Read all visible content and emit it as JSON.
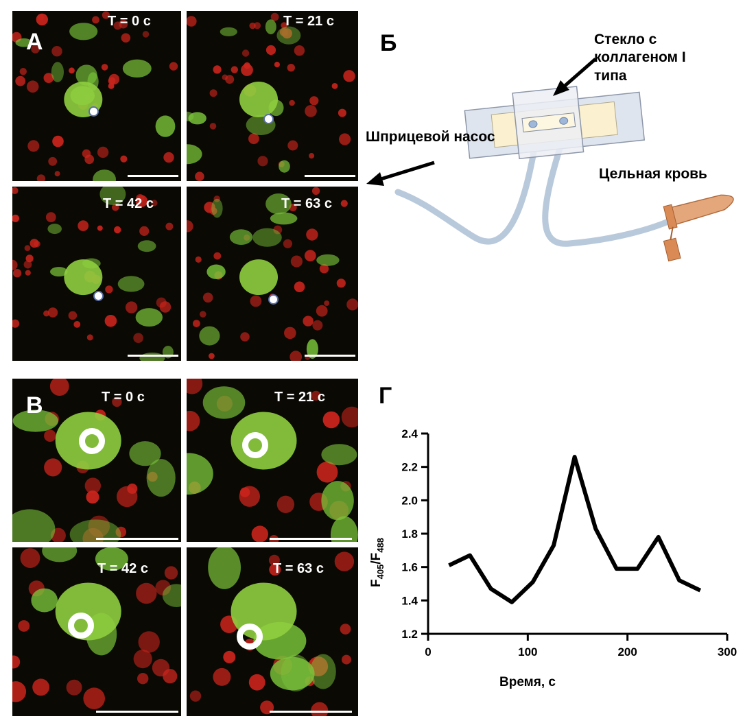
{
  "panels": {
    "a": {
      "letter": "А",
      "frames": [
        "T = 0 с",
        "T = 21 с",
        "T = 42 с",
        "T = 63 с"
      ]
    },
    "b": {
      "letter": "Б",
      "labels": {
        "glass": "Стекло с коллагеном I типа",
        "pump": "Шприцевой насос",
        "blood": "Цельная кровь"
      }
    },
    "v": {
      "letter": "В",
      "frames": [
        "T = 0 с",
        "T = 21 с",
        "T = 42 с",
        "T = 63 с"
      ]
    },
    "g": {
      "letter": "Г"
    }
  },
  "colors": {
    "cell_green": "#7ac43a",
    "platelet_red": "#c9241c",
    "tube": "#b8c8da",
    "eppendorf": "#d98a55"
  },
  "chart_data": {
    "type": "line",
    "x": [
      21,
      42,
      63,
      84,
      105,
      126,
      147,
      168,
      189,
      210,
      231,
      252,
      273
    ],
    "y": [
      1.61,
      1.67,
      1.47,
      1.39,
      1.51,
      1.73,
      2.26,
      1.83,
      1.59,
      1.59,
      1.78,
      1.52,
      1.46
    ],
    "xlabel": "Время, с",
    "ylabel_main": "F",
    "ylabel_sub1": "405",
    "ylabel_mid": "/F",
    "ylabel_sub2": "488",
    "xlim": [
      0,
      300
    ],
    "ylim": [
      1.2,
      2.4
    ],
    "xticks": [
      "0",
      "100",
      "200",
      "300"
    ],
    "yticks": [
      "1.2",
      "1.4",
      "1.6",
      "1.8",
      "2.0",
      "2.2",
      "2.4"
    ],
    "grid": false
  }
}
